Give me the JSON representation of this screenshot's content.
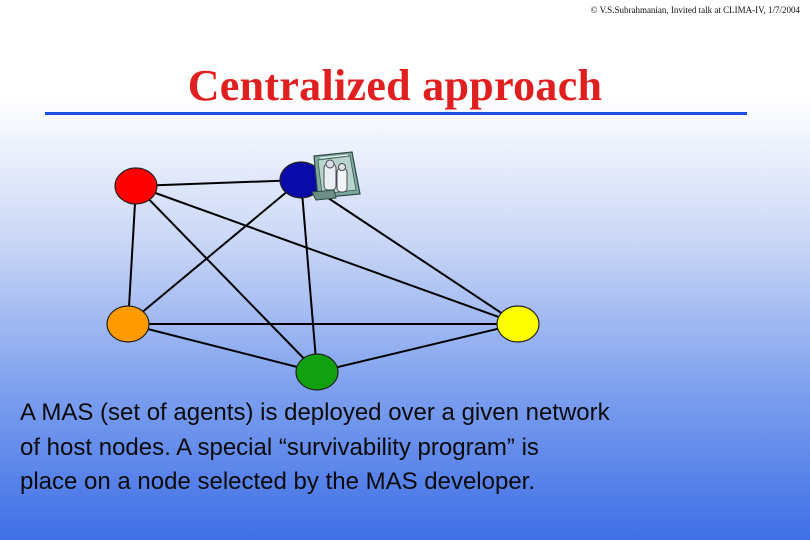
{
  "header": {
    "copyright": "© V.S.Subrahmanian, Invited talk at CLIMA-IV, 1/7/2004"
  },
  "slide": {
    "title": "Centralized approach",
    "caption_lines": [
      "A MAS (set of agents) is deployed over a given network",
      "of host nodes.  A special “survivability program” is",
      "place on a node selected by the MAS developer."
    ]
  },
  "colors": {
    "title": "#e02020",
    "rule": "#1f4fe0",
    "node_red": "#ff0000",
    "node_blue": "#0a0aa8",
    "node_orange": "#ff9a00",
    "node_yellow": "#ffff00",
    "node_green": "#10a010"
  },
  "network": {
    "nodes": [
      {
        "id": "red",
        "color": "#ff0000"
      },
      {
        "id": "blue",
        "color": "#0a0aa8"
      },
      {
        "id": "orange",
        "color": "#ff9a00"
      },
      {
        "id": "yellow",
        "color": "#ffff00"
      },
      {
        "id": "green",
        "color": "#10a010"
      }
    ],
    "edges": [
      [
        "red",
        "blue"
      ],
      [
        "red",
        "orange"
      ],
      [
        "red",
        "yellow"
      ],
      [
        "red",
        "green"
      ],
      [
        "blue",
        "orange"
      ],
      [
        "blue",
        "yellow"
      ],
      [
        "blue",
        "green"
      ],
      [
        "orange",
        "yellow"
      ],
      [
        "orange",
        "green"
      ],
      [
        "yellow",
        "green"
      ]
    ],
    "program_icon": "survivability-program-icon"
  }
}
